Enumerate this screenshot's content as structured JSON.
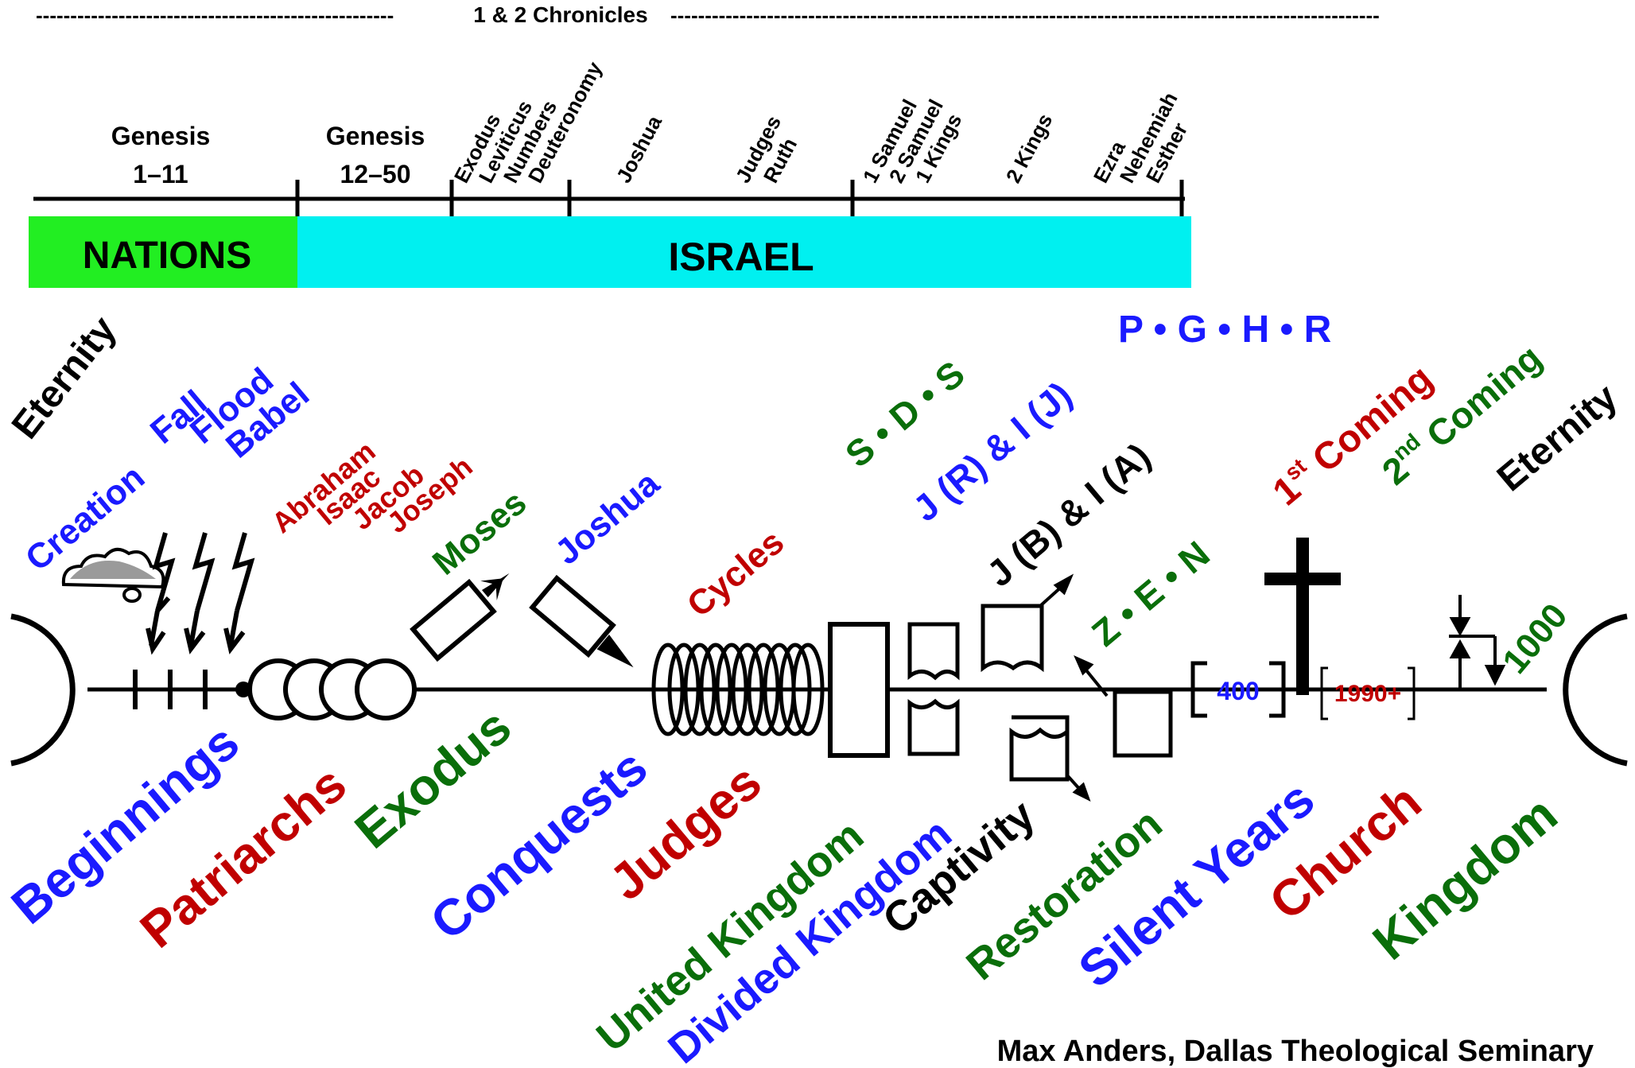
{
  "colors": {
    "blue": "#1a1aff",
    "red": "#c00000",
    "green": "#0a6e0a",
    "black": "#000000",
    "nations_fill": "#22ee22",
    "israel_fill": "#00f0f0"
  },
  "header": {
    "chronicles": "1 & 2 Chronicles",
    "dashes_left": "----------------------------------------------------",
    "dashes_right": "-------------------------------------------------------------------------------------------------------"
  },
  "books": {
    "genesis_a_1": "Genesis",
    "genesis_a_2": "1–11",
    "genesis_b_1": "Genesis",
    "genesis_b_2": "12–50",
    "pentateuch": [
      "Exodus",
      "Leviticus",
      "Numbers",
      "Deuteronomy"
    ],
    "joshua": "Joshua",
    "judges_ruth": [
      "Judges",
      "Ruth"
    ],
    "kingdoms": [
      "1 Samuel",
      "2 Samuel",
      "1 Kings"
    ],
    "kings2": "2 Kings",
    "restoration_books": [
      "Ezra",
      "Nehemiah",
      "Esther"
    ]
  },
  "bars": {
    "nations": "NATIONS",
    "israel": "ISRAEL"
  },
  "labels": {
    "eternity_left": "Eternity",
    "eternity_right": "Eternity",
    "creation": "Creation",
    "fall": "Fall",
    "flood": "Flood",
    "babel": "Babel",
    "abraham": "Abraham",
    "isaac": "Isaac",
    "jacob": "Jacob",
    "joseph": "Joseph",
    "moses": "Moses",
    "joshua": "Joshua",
    "cycles": "Cycles",
    "sds": "S • D • S",
    "jr_ij": "J (R)  & I (J)",
    "jb_ia": "J (B) & I (A)",
    "zen": "Z • E • N",
    "pghr": "P • G • H • R",
    "first": "1",
    "first_sup": "st",
    "first_coming": " Coming",
    "second": "2",
    "second_sup": "nd",
    "second_coming": " Coming",
    "years400": "400",
    "years1990": "1990+",
    "years1000": "1000"
  },
  "eras": {
    "beginnings": "Beginnings",
    "patriarchs": "Patriarchs",
    "exodus": "Exodus",
    "conquests": "Conquests",
    "judges": "Judges",
    "united": "United Kingdom",
    "divided": "Divided Kingdom",
    "captivity": "Captivity",
    "restoration": "Restoration",
    "silent": "Silent Years",
    "church": "Church",
    "kingdom": "Kingdom"
  },
  "credit": "Max Anders, Dallas Theological Seminary"
}
